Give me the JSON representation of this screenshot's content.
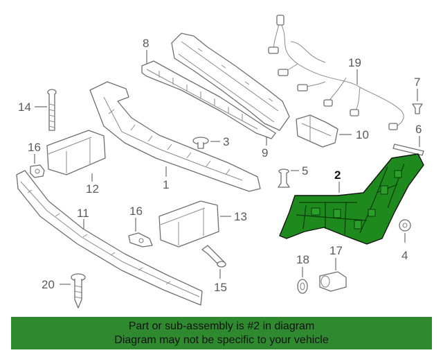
{
  "colors": {
    "highlight": "#1e8a1e",
    "banner": "#2f8a2f",
    "line": "#6e6e6e"
  },
  "callouts": {
    "c1": "1",
    "c2": "2",
    "c3": "3",
    "c4": "4",
    "c5": "5",
    "c6": "6",
    "c7": "7",
    "c8": "8",
    "c9": "9",
    "c10": "10",
    "c11": "11",
    "c12": "12",
    "c13": "13",
    "c14": "14",
    "c15": "15",
    "c16a": "16",
    "c16b": "16",
    "c17": "17",
    "c18": "18",
    "c19": "19",
    "c20": "20"
  },
  "highlighted_part": "2",
  "banner": {
    "line1": "Part or sub-assembly is #2 in diagram",
    "line2": "Diagram may not be specific to your vehicle"
  }
}
